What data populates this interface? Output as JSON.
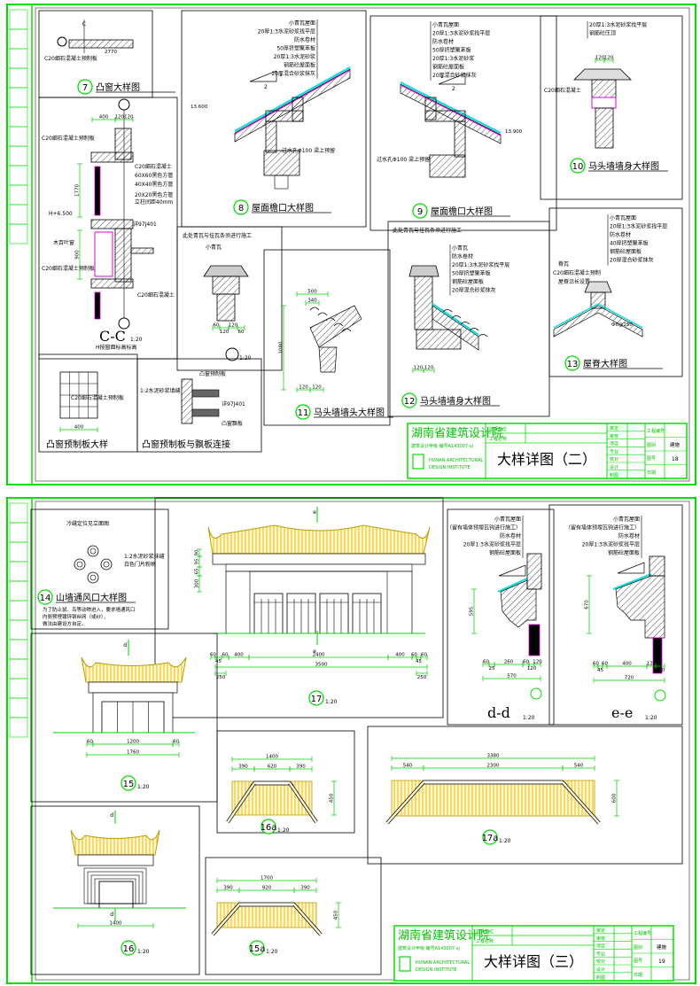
{
  "colors": {
    "border": "#00e000",
    "frame": "#000000",
    "hatch": "#000000",
    "membrane": "#00e0e0",
    "insulation": "#e000e0",
    "tiles": "#f0b800",
    "dimension": "#00d000"
  },
  "sheets": [
    {
      "details": {
        "d7": {
          "num": "7",
          "title": "凸窗大样图",
          "notes": [
            "C20细石混凝土预制板"
          ],
          "dims": [
            "2770",
            "C"
          ]
        },
        "cc": {
          "title": "C-C",
          "scale": "1:20",
          "subtitle": "H按窗面标高标高",
          "notes": [
            "C20细石混凝土预制板",
            "C20细石混凝土",
            "60X60黑色方管",
            "40X40黑色方管",
            "20X20黑色方管",
            "立柱间距40mm",
            "木百叶窗",
            "C20细石混凝土预制板",
            "C20细石混凝土",
            "H+6.500",
            "详97J401"
          ],
          "dims": [
            "400",
            "120120",
            "300",
            "1770",
            "120",
            "900",
            "300"
          ]
        },
        "d8": {
          "num": "8",
          "title": "屋面檐口大样图",
          "notes": [
            "小青瓦屋面",
            "20厚1:3水泥砂浆找平层",
            "防水卷材",
            "50厚挤塑聚苯板",
            "20厚1:3水泥砂浆",
            "钢筋砼屋面板",
            "20厚混合砂浆抹灰"
          ],
          "extra": "过水孔Φ100 梁上预留",
          "dims": [
            "13.600",
            "1",
            "2"
          ]
        },
        "d9": {
          "num": "9",
          "title": "屋面檐口大样图",
          "notes": [
            "小青瓦屋面",
            "20厚1:3水泥砂浆找平层",
            "防水卷材",
            "50厚挤塑聚苯板",
            "20厚1:3水泥砂浆",
            "钢筋砼屋面板",
            "20厚混合砂浆抹灰"
          ],
          "extra": "过水孔Φ100 梁上预留",
          "dims": [
            "13.900",
            "1",
            "2"
          ]
        },
        "d10": {
          "num": "10",
          "title": "马头墙墙身大样图",
          "notes": [
            "20厚1:3水泥砂浆找平层",
            "钢筋砼压顶",
            "C20细石混凝土"
          ],
          "dims": [
            "120",
            "120"
          ]
        },
        "d1": {
          "notes": [
            "此处青瓦与挂瓦条须进行施工",
            "小青瓦"
          ],
          "dims": [
            "60",
            "120",
            "120",
            "60"
          ],
          "scale": "1:20"
        },
        "d11": {
          "num": "11",
          "title": "马头墙墙头大样图",
          "dims": [
            "500",
            "340",
            "120",
            "120",
            "1080"
          ]
        },
        "d12": {
          "num": "12",
          "title": "马头墙墙身大样图",
          "notes": [
            "此处青瓦与挂瓦条须进行施工",
            "小青瓦",
            "防水卷材",
            "20厚1:3水泥砂浆找平层",
            "50厚挤塑聚苯板",
            "钢筋砼屋面板",
            "20厚混合砂浆抹灰"
          ],
          "dims": [
            "120",
            "120"
          ]
        },
        "d13": {
          "num": "13",
          "title": "屋脊大样图",
          "notes": [
            "小青瓦屋面",
            "20厚1:3水泥砂浆找平层",
            "防水卷材",
            "40厚挤塑聚苯板",
            "钢筋砼屋面板",
            "20厚混合砂浆抹灰",
            "脊瓦",
            "C20细石混凝土预制",
            "屋脊沿长设置"
          ],
          "dims": [
            "Φ6@250"
          ]
        },
        "dp1": {
          "title": "凸窗预制板大样",
          "notes": [
            "C20细石混凝土预制板"
          ],
          "dims": [
            "400"
          ]
        },
        "dp2": {
          "title": "凸窗预制板与飘板连接",
          "notes": [
            "凸窗预制板",
            "1:2水泥砂浆填缝",
            "详97J401",
            "凸窗飘板"
          ]
        }
      },
      "title_block": {
        "institute": "湖南省建筑设计院",
        "institute_en": [
          "HUNAN ARCHITECTURAL",
          "DESIGN INSTITUTE"
        ],
        "cert": "建筑设计甲级 编号A143007-sj",
        "client_label": "建设单位",
        "project_label": "工程名称",
        "drawing_title": "大样详图（二）",
        "roles": [
          "审定",
          "审核",
          "项目",
          "专业",
          "校对",
          "设计",
          "制图"
        ],
        "no_label": "工程编号",
        "stage_label": "图别",
        "stage": "建施",
        "sheet_label": "图号",
        "sheet_no": "18",
        "date_label": "日期"
      }
    },
    {
      "details": {
        "d14": {
          "num": "14",
          "title": "山墙通风口大样图",
          "notes": [
            "冷缝定位见立面图",
            "1:2水泥砂浆抹缝",
            "白色门片粉刷",
            "为了防止鼠、鸟等动物进入，要求墙通风口",
            "内侧预埋镀锌钢丝网（或纱），",
            "做法由建设方自定。"
          ]
        },
        "d17": {
          "num": "17",
          "scale": "1:20",
          "section": "e",
          "dims": [
            "60",
            "45",
            "60",
            "400",
            "2400",
            "400",
            "60",
            "45",
            "60",
            "3500",
            "250",
            "250"
          ],
          "vdims": [
            "90",
            "95",
            "65",
            "300"
          ]
        },
        "dd": {
          "title": "d-d",
          "scale": "1:20",
          "notes": [
            "小青瓦屋面",
            "（留有墙体预埋瓦钩进行施工）",
            "防水卷材",
            "20厚1:3水泥砂浆找平层",
            "钢筋砼屋面板"
          ],
          "dims": [
            "595",
            "60",
            "25",
            "260",
            "60",
            "120",
            "120",
            "570"
          ]
        },
        "ee": {
          "title": "e-e",
          "scale": "1:20",
          "notes": [
            "小青瓦屋面",
            "（留有墙体预埋瓦钩进行施工）",
            "防水卷材",
            "20厚1:3水泥砂浆找平层",
            "钢筋砼屋面板"
          ],
          "dims": [
            "670",
            "60",
            "45",
            "60",
            "400",
            "120",
            "120",
            "720"
          ]
        },
        "d15": {
          "num": "15",
          "scale": "1:20",
          "section": "d",
          "dims": [
            "60",
            "1200",
            "60",
            "1760"
          ]
        },
        "d16a": {
          "num": "16a",
          "scale": "1:20",
          "dims": [
            "1400",
            "390",
            "620",
            "390",
            "450"
          ]
        },
        "d17a": {
          "num": "17a",
          "scale": "1:20",
          "dims": [
            "3380",
            "540",
            "2300",
            "540",
            "600"
          ]
        },
        "d16": {
          "num": "16",
          "scale": "1:20",
          "section": "d",
          "dims": [
            "1400"
          ]
        },
        "d15a": {
          "num": "15a",
          "scale": "1:20",
          "dims": [
            "1700",
            "390",
            "920",
            "390",
            "450"
          ]
        }
      },
      "title_block": {
        "institute": "湖南省建筑设计院",
        "institute_en": [
          "HUNAN ARCHITECTURAL",
          "DESIGN INSTITUTE"
        ],
        "cert": "建筑设计甲级 编号A143007-sj",
        "client_label": "建设单位",
        "project_label": "工程名称",
        "drawing_title": "大样详图（三）",
        "roles": [
          "审定",
          "审核",
          "项目",
          "专业",
          "校对",
          "设计",
          "制图"
        ],
        "no_label": "工程编号",
        "stage_label": "图别",
        "stage": "建施",
        "sheet_label": "图号",
        "sheet_no": "19",
        "date_label": "日期"
      }
    }
  ]
}
